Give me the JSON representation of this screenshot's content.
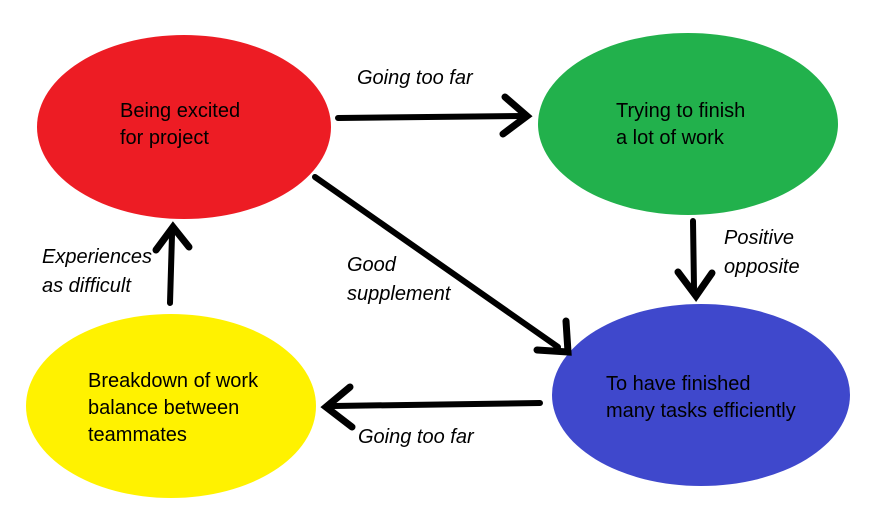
{
  "diagram": {
    "background_color": "#ffffff",
    "arrow_color": "#000000",
    "text_color": "#000000",
    "nodes": [
      {
        "id": "being-excited",
        "label": "Being excited\nfor project",
        "color": "#ed1c24",
        "shape": "ellipse"
      },
      {
        "id": "trying-to-finish",
        "label": "Trying to finish\na lot of work",
        "color": "#22b14c",
        "shape": "ellipse"
      },
      {
        "id": "finished-tasks",
        "label": "To have finished\nmany tasks efficiently",
        "color": "#3f48cc",
        "shape": "ellipse"
      },
      {
        "id": "work-breakdown",
        "label": "Breakdown of work\nbalance between\nteammates",
        "color": "#fff200",
        "shape": "ellipse"
      }
    ],
    "edges": [
      {
        "from": "being-excited",
        "to": "trying-to-finish",
        "label": "Going too far"
      },
      {
        "from": "trying-to-finish",
        "to": "finished-tasks",
        "label": "Positive\nopposite"
      },
      {
        "from": "being-excited",
        "to": "finished-tasks",
        "label": "Good\nsupplement"
      },
      {
        "from": "finished-tasks",
        "to": "work-breakdown",
        "label": "Going too far"
      },
      {
        "from": "work-breakdown",
        "to": "being-excited",
        "label": "Experiences\nas difficult"
      }
    ]
  }
}
